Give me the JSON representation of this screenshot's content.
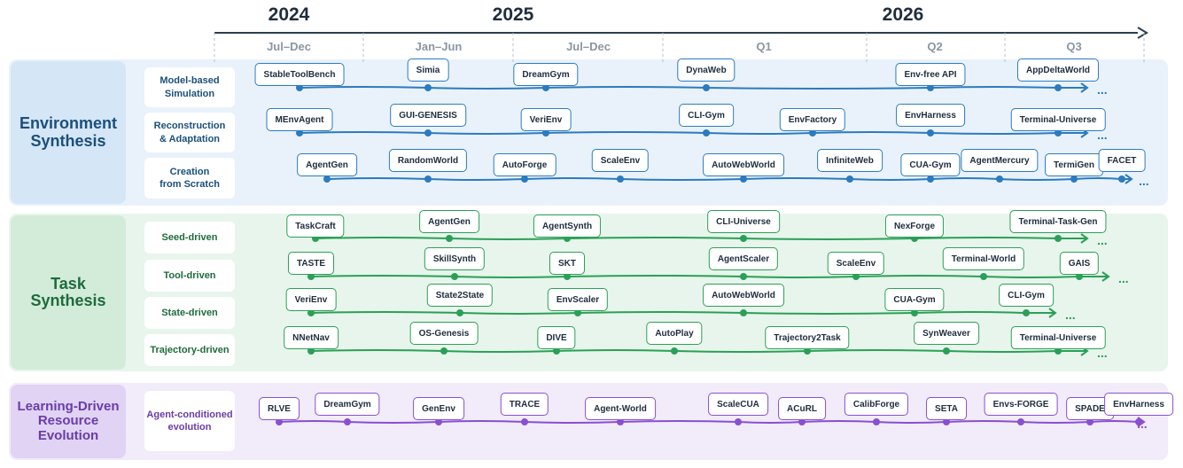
{
  "timeline": {
    "years": [
      "2024",
      "2025",
      "2026"
    ],
    "periods": [
      "Jul–Dec",
      "Jan–Jun",
      "Jul–Dec",
      "Q1",
      "Q2",
      "Q3"
    ]
  },
  "colors": {
    "env": "#2b7bc0",
    "task": "#2aa056",
    "learn": "#8a4fd1"
  },
  "ellipsis": "...",
  "groups": [
    {
      "key": "env",
      "title": "Environment\nSynthesis",
      "rows": [
        {
          "label": "Model-based\nSimulation",
          "items": [
            "StableToolBench",
            "Simia",
            "DreamGym",
            "DynaWeb",
            "Env-free API",
            "AppDeltaWorld"
          ]
        },
        {
          "label": "Reconstruction\n& Adaptation",
          "items": [
            "MEnvAgent",
            "GUI-GENESIS",
            "VeriEnv",
            "CLI-Gym",
            "EnvFactory",
            "EnvHarness",
            "Terminal-Universe"
          ]
        },
        {
          "label": "Creation\nfrom Scratch",
          "items": [
            "AgentGen",
            "RandomWorld",
            "AutoForge",
            "ScaleEnv",
            "AutoWebWorld",
            "InfiniteWeb",
            "CUA-Gym",
            "AgentMercury",
            "TermiGen",
            "FACET"
          ]
        }
      ]
    },
    {
      "key": "task",
      "title": "Task\nSynthesis",
      "rows": [
        {
          "label": "Seed-driven",
          "items": [
            "TaskCraft",
            "AgentGen",
            "AgentSynth",
            "CLI-Universe",
            "NexForge",
            "Terminal-Task-Gen"
          ]
        },
        {
          "label": "Tool-driven",
          "items": [
            "TASTE",
            "SkillSynth",
            "SKT",
            "AgentScaler",
            "ScaleEnv",
            "Terminal-World",
            "GAIS"
          ]
        },
        {
          "label": "State-driven",
          "items": [
            "VeriEnv",
            "State2State",
            "EnvScaler",
            "AutoWebWorld",
            "CUA-Gym",
            "CLI-Gym"
          ]
        },
        {
          "label": "Trajectory-driven",
          "items": [
            "NNetNav",
            "OS-Genesis",
            "DIVE",
            "AutoPlay",
            "Trajectory2Task",
            "SynWeaver",
            "Terminal-Universe"
          ]
        }
      ]
    },
    {
      "key": "learn",
      "title": "Learning-Driven\nResource\nEvolution",
      "rows": [
        {
          "label": "Agent-conditioned\nevolution",
          "items": [
            "RLVE",
            "DreamGym",
            "GenEnv",
            "TRACE",
            "Agent-World",
            "ScaleCUA",
            "ACuRL",
            "CalibForge",
            "SETA",
            "Envs-FORGE",
            "SPADE",
            "EnvHarness"
          ]
        }
      ]
    }
  ]
}
